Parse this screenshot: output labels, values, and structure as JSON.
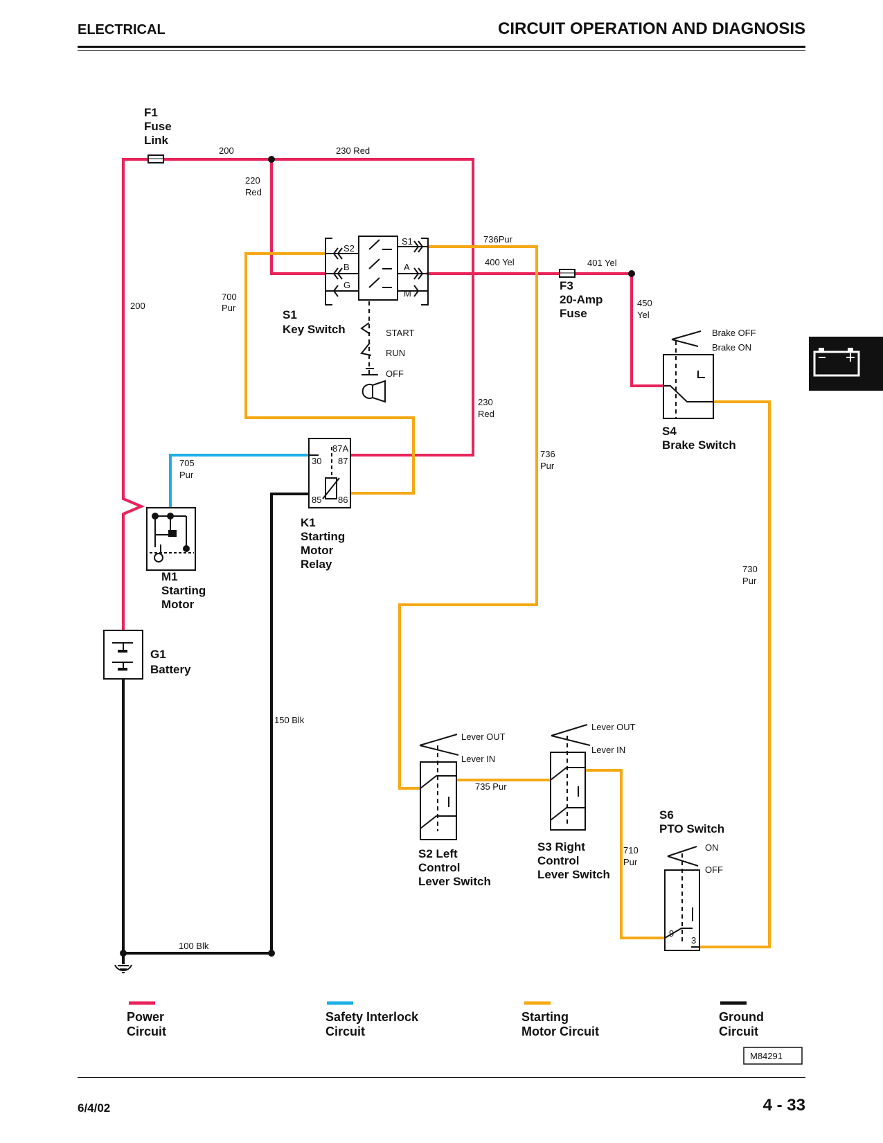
{
  "header": {
    "left": "ELECTRICAL",
    "right": "CIRCUIT OPERATION AND DIAGNOSIS"
  },
  "footer": {
    "date": "6/4/02",
    "page": "4 - 33",
    "figure_id": "M84291"
  },
  "colors": {
    "power": "#e8245a",
    "safety": "#1eaee8",
    "starting": "#f5a915",
    "ground": "#111111"
  },
  "components": {
    "f1": [
      "F1",
      "Fuse",
      "Link"
    ],
    "f3": [
      "F3",
      "20-Amp",
      "Fuse"
    ],
    "s1": [
      "S1",
      "Key Switch"
    ],
    "s1_terms": {
      "s2": "S2",
      "b": "B",
      "g": "G",
      "s1": "S1",
      "a": "A",
      "m": "M"
    },
    "s1_pos": {
      "start": "START",
      "run": "RUN",
      "off": "OFF"
    },
    "k1": [
      "K1",
      "Starting",
      "Motor",
      "Relay"
    ],
    "k1_terms": {
      "t87a": "87A",
      "t30": "30",
      "t87": "87",
      "t85": "85",
      "t86": "86"
    },
    "m1": [
      "M1",
      "Starting",
      "Motor"
    ],
    "g1": [
      "G1",
      "Battery"
    ],
    "s4": [
      "S4",
      "Brake Switch"
    ],
    "s4_pos": {
      "off": "Brake OFF",
      "on": "Brake ON"
    },
    "s2": [
      "S2 Left",
      "Control",
      "Lever Switch"
    ],
    "s2_pos": {
      "out": "Lever OUT",
      "in": "Lever IN"
    },
    "s3": [
      "S3 Right",
      "Control",
      "Lever Switch"
    ],
    "s3_pos": {
      "out": "Lever OUT",
      "in": "Lever IN"
    },
    "s6": [
      "S6",
      "PTO Switch"
    ],
    "s6_pos": {
      "on": "ON",
      "off": "OFF"
    },
    "s6_terms": {
      "t9": "9",
      "t3": "3"
    }
  },
  "wires": {
    "w200_top": "200",
    "w230_top": "230 Red",
    "w220": [
      "220",
      "Red"
    ],
    "w200_left": "200",
    "w700": [
      "700",
      "Pur"
    ],
    "w736_top": "736Pur",
    "w400": "400 Yel",
    "w401": "401 Yel",
    "w450": [
      "450",
      "Yel"
    ],
    "w230_right": [
      "230",
      "Red"
    ],
    "w736_mid": [
      "736",
      "Pur"
    ],
    "w705": [
      "705",
      "Pur"
    ],
    "w730": [
      "730",
      "Pur"
    ],
    "w150": "150 Blk",
    "w735": "735 Pur",
    "w710": [
      "710",
      "Pur"
    ],
    "w100": "100 Blk"
  },
  "legend": {
    "power": [
      "Power",
      "Circuit"
    ],
    "safety": [
      "Safety Interlock",
      "Circuit"
    ],
    "starting": [
      "Starting",
      "Motor Circuit"
    ],
    "ground": [
      "Ground",
      "Circuit"
    ]
  }
}
